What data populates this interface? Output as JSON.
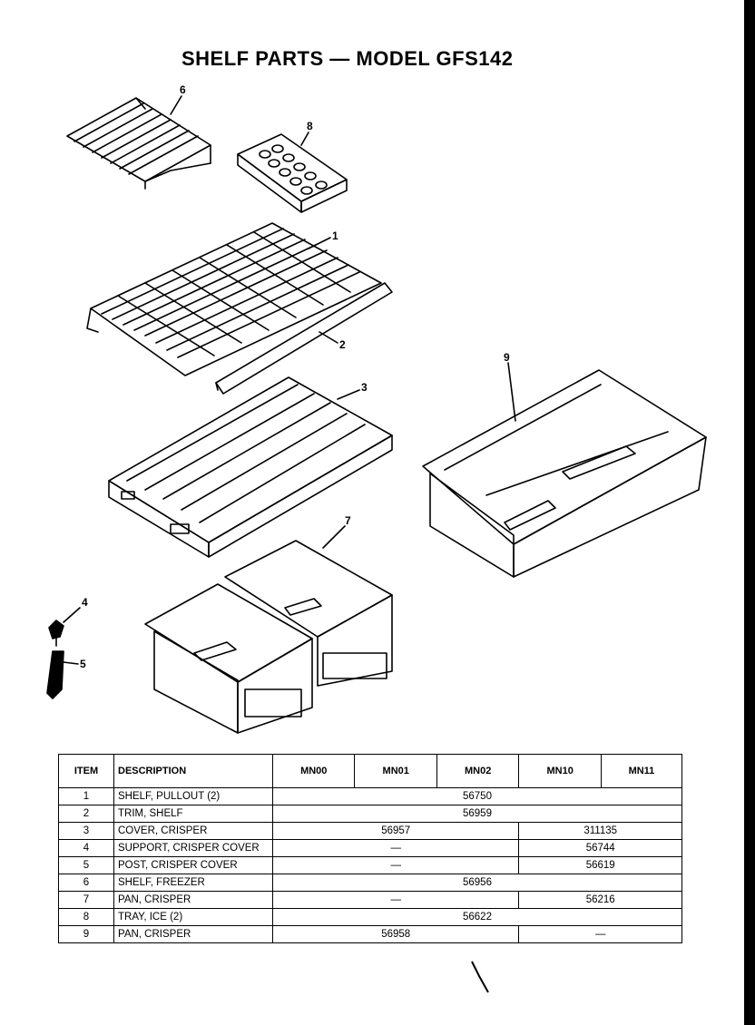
{
  "title": "SHELF PARTS — MODEL GFS142",
  "callouts": {
    "c1": "1",
    "c2": "2",
    "c3": "3",
    "c4": "4",
    "c5": "5",
    "c6": "6",
    "c7": "7",
    "c8": "8",
    "c9": "9"
  },
  "table": {
    "headers": {
      "item": "ITEM",
      "description": "DESCRIPTION",
      "mn00": "MN00",
      "mn01": "MN01",
      "mn02": "MN02",
      "mn10": "MN10",
      "mn11": "MN11"
    },
    "rows": [
      {
        "item": "1",
        "description": "SHELF, PULLOUT (2)",
        "all": "56750"
      },
      {
        "item": "2",
        "description": "TRIM, SHELF",
        "all": "56959"
      },
      {
        "item": "3",
        "description": "COVER, CRISPER",
        "first": "56957",
        "last": "311135"
      },
      {
        "item": "4",
        "description": "SUPPORT, CRISPER COVER",
        "first": "—",
        "last": "56744"
      },
      {
        "item": "5",
        "description": "POST, CRISPER COVER",
        "first": "—",
        "last": "56619"
      },
      {
        "item": "6",
        "description": "SHELF, FREEZER",
        "all": "56956"
      },
      {
        "item": "7",
        "description": "PAN, CRISPER",
        "first": "—",
        "last": "56216"
      },
      {
        "item": "8",
        "description": "TRAY, ICE (2)",
        "all": "56622"
      },
      {
        "item": "9",
        "description": "PAN, CRISPER",
        "first": "56958",
        "last": "—"
      }
    ]
  }
}
